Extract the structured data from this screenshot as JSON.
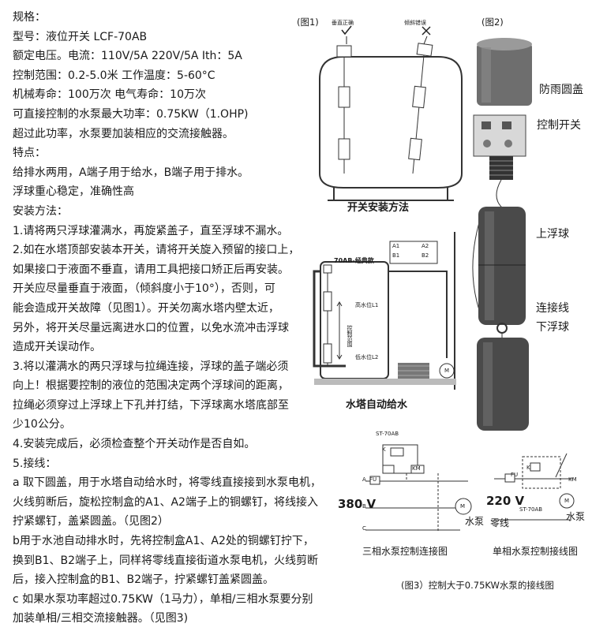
{
  "spec": {
    "lines": [
      "规格：",
      "型号：液位开关  LCF-70AB",
      "额定电压。电流：110V/5A  220V/5A Ith：5A",
      "控制范围：0.2-5.0米    工作温度：5-60°C",
      "机械寿命：100万次      电气寿命：10万次",
      "可直接控制的水泵最大功率：0.75KW（1.OHP)",
      "超过此功率，水泵要加装相应的交流接触器。",
      "特点：",
      "给排水两用，A端子用于给水，B端子用于排水。",
      "浮球重心稳定，准确性高",
      "安装方法：",
      "1.请将两只浮球灌满水，再旋紧盖子，直至浮球不漏水。",
      "2.如在水塔顶部安装本开关，请将开关旋入预留的接口上，",
      "如果接口于液面不垂直，请用工具把接口矫正后再安装。",
      "开关应尽量垂直于液面，（倾斜度小于10°），否则，可",
      "能会造成开关故障（见图1）。开关勿离水塔内壁太近，",
      "另外，将开关尽量远离进水口的位置，以免水流冲击浮球",
      "造成开关误动作。",
      "3.将以灌满水的两只浮球与拉绳连接，浮球的盖子端必须",
      "向上！根据要控制的液位的范围决定两个浮球间的距离，",
      "拉绳必须穿过上浮球上下孔并打结，下浮球离水塔底部至",
      "少10公分。",
      "4.安装完成后，必须检查整个开关动作是否自如。",
      "5.接线：",
      "a 取下圆盖，用于水塔自动给水时，将零线直接接到水泵电机，",
      "火线剪断后，旋松控制盒的A1、A2端子上的铜螺钉，将线接入",
      "拧紧螺钉，盖紧圆盖。（见图2）",
      "b用于水池自动排水时，先将控制盒A1、A2处的铜螺钉拧下，",
      "换到B1、B2端子上，同样将零线直接街道水泵电机，火线剪断",
      "后，接入控制盒的B1、B2端子，拧紧螺钉盖紧圆盖。",
      "c  如果水泵功率超过0.75KW（1马力），单相/三相水泵要分别",
      "加装单相/三相交流接触器。（见图3)"
    ]
  },
  "fig1": {
    "label": "(图1)",
    "vertical_label": "垂直正确",
    "tilt_label": "倾斜错误",
    "caption": "开关安装方法"
  },
  "fig2": {
    "label": "(图2)",
    "part_cover": "防雨圆盖",
    "part_switch": "控制开关",
    "part_upper": "上浮球",
    "part_line": "连接线",
    "part_lower": "下浮球"
  },
  "tower": {
    "model_label": "70AB-经典款",
    "terminal_a1": "A1",
    "terminal_a2": "A2",
    "terminal_b1": "B1",
    "terminal_b2": "B2",
    "high_label": "高水位L1",
    "range_label": "控制范围",
    "low_label": "低水位L2",
    "motor_symbol": "M",
    "caption": "水塔自动给水"
  },
  "fig3": {
    "three_phase": {
      "model": "ST-70AB",
      "voltage": "380 V",
      "phase_a": "A",
      "phase_b": "B",
      "phase_c": "C",
      "fuse": "FU",
      "contactor": "KM",
      "relay": "K",
      "motor_symbol": "M",
      "pump_label": "水泵",
      "caption": "三相水泵控制连接图"
    },
    "single_phase": {
      "model": "ST-70AB",
      "voltage": "220 V",
      "neutral_label": "零线",
      "fuse": "FU",
      "contactor": "KM",
      "relay": "K",
      "motor_symbol": "M",
      "pump_label": "水泵",
      "caption": "单相水泵控制接线图"
    },
    "label": "(图3）控制大于0.75KW水泵的接线图"
  }
}
